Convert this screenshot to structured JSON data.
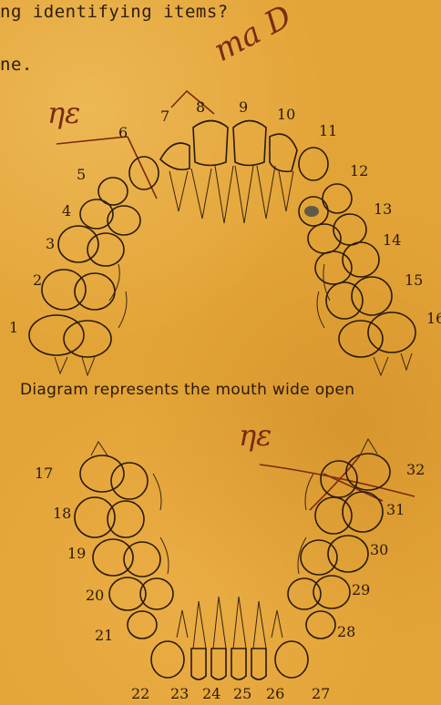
{
  "header_lines": [
    "ng identifying items?",
    "ne."
  ],
  "caption": "Diagram represents the mouth wide open",
  "handwriting": {
    "top_right": "ma D",
    "upper_jaw_note": "ηε",
    "lower_jaw_note": "ηε"
  },
  "upper_numbers": [
    "1",
    "2",
    "3",
    "4",
    "5",
    "6",
    "7",
    "8",
    "9",
    "10",
    "11",
    "12",
    "13",
    "14",
    "15",
    "16"
  ],
  "lower_numbers": [
    "17",
    "18",
    "19",
    "20",
    "21",
    "22",
    "23",
    "24",
    "25",
    "26",
    "27",
    "28",
    "29",
    "30",
    "31",
    "32"
  ],
  "colors": {
    "paper": "#e3a437",
    "ink": "#2a1a0a",
    "pen": "#7a2a10"
  }
}
